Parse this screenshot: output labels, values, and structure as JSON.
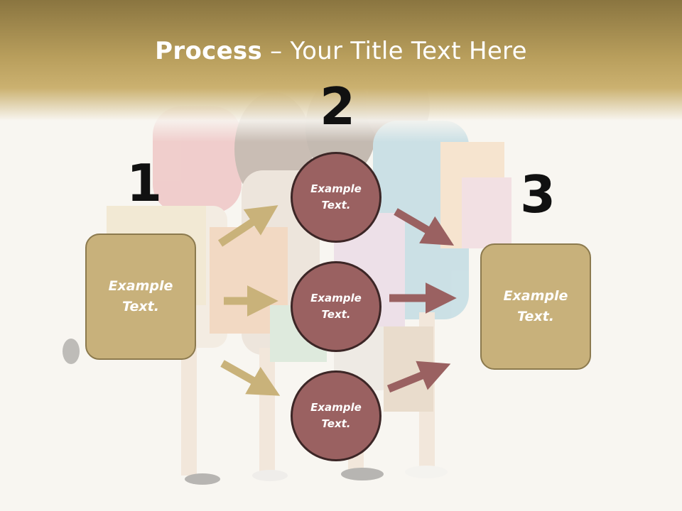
{
  "slide": {
    "title_bold": "Process",
    "title_rest": " – Your Title Text Here"
  },
  "diagram": {
    "step_numbers": [
      "1",
      "2",
      "3"
    ],
    "left_box": {
      "text": "Example Text."
    },
    "right_box": {
      "text": "Example Text."
    },
    "circles": [
      {
        "text": "Example Text."
      },
      {
        "text": "Example Text."
      },
      {
        "text": "Example Text."
      }
    ]
  },
  "colors": {
    "header": "#b89e5c",
    "box_fill": "#c8b17b",
    "box_border": "#8c7a4e",
    "circle_fill": "#9a6161",
    "circle_border": "#3c2626",
    "arrow_gold": "#c9b27a",
    "arrow_rose": "#9a6161"
  }
}
